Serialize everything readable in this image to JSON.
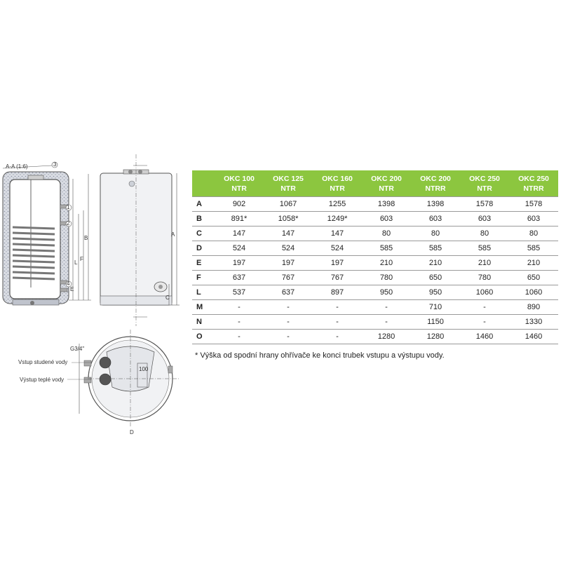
{
  "colors": {
    "accent": "#8cc63f",
    "line": "#9a9a9a",
    "text": "#222222"
  },
  "drawing": {
    "section_label": "A-A (1:6)",
    "callouts": [
      "1",
      "2",
      "3",
      "4"
    ],
    "dimension_letters": [
      "A",
      "B",
      "C",
      "D",
      "E",
      "F",
      "L"
    ],
    "inlet_label": "Vstup studené vody",
    "outlet_label": "Výstup teplé vody",
    "pipe_size_label": "G3/4\"",
    "center_dim": "100"
  },
  "table": {
    "headers": [
      {
        "l1": "OKC 100",
        "l2": "NTR"
      },
      {
        "l1": "OKC 125",
        "l2": "NTR"
      },
      {
        "l1": "OKC 160",
        "l2": "NTR"
      },
      {
        "l1": "OKC 200",
        "l2": "NTR"
      },
      {
        "l1": "OKC 200",
        "l2": "NTRR"
      },
      {
        "l1": "OKC 250",
        "l2": "NTR"
      },
      {
        "l1": "OKC 250",
        "l2": "NTRR"
      }
    ],
    "rows": [
      {
        "label": "A",
        "values": [
          "902",
          "1067",
          "1255",
          "1398",
          "1398",
          "1578",
          "1578"
        ]
      },
      {
        "label": "B",
        "values": [
          "891*",
          "1058*",
          "1249*",
          "603",
          "603",
          "603",
          "603"
        ]
      },
      {
        "label": "C",
        "values": [
          "147",
          "147",
          "147",
          "80",
          "80",
          "80",
          "80"
        ]
      },
      {
        "label": "D",
        "values": [
          "524",
          "524",
          "524",
          "585",
          "585",
          "585",
          "585"
        ]
      },
      {
        "label": "E",
        "values": [
          "197",
          "197",
          "197",
          "210",
          "210",
          "210",
          "210"
        ]
      },
      {
        "label": "F",
        "values": [
          "637",
          "767",
          "767",
          "780",
          "650",
          "780",
          "650"
        ]
      },
      {
        "label": "L",
        "values": [
          "537",
          "637",
          "897",
          "950",
          "950",
          "1060",
          "1060"
        ]
      },
      {
        "label": "M",
        "values": [
          "-",
          "-",
          "-",
          "-",
          "710",
          "-",
          "890"
        ]
      },
      {
        "label": "N",
        "values": [
          "-",
          "-",
          "-",
          "-",
          "1150",
          "-",
          "1330"
        ]
      },
      {
        "label": "O",
        "values": [
          "-",
          "-",
          "-",
          "1280",
          "1280",
          "1460",
          "1460"
        ]
      }
    ]
  },
  "footnote": "* Výška od spodní hrany ohřívače ke konci trubek vstupu a výstupu vody."
}
